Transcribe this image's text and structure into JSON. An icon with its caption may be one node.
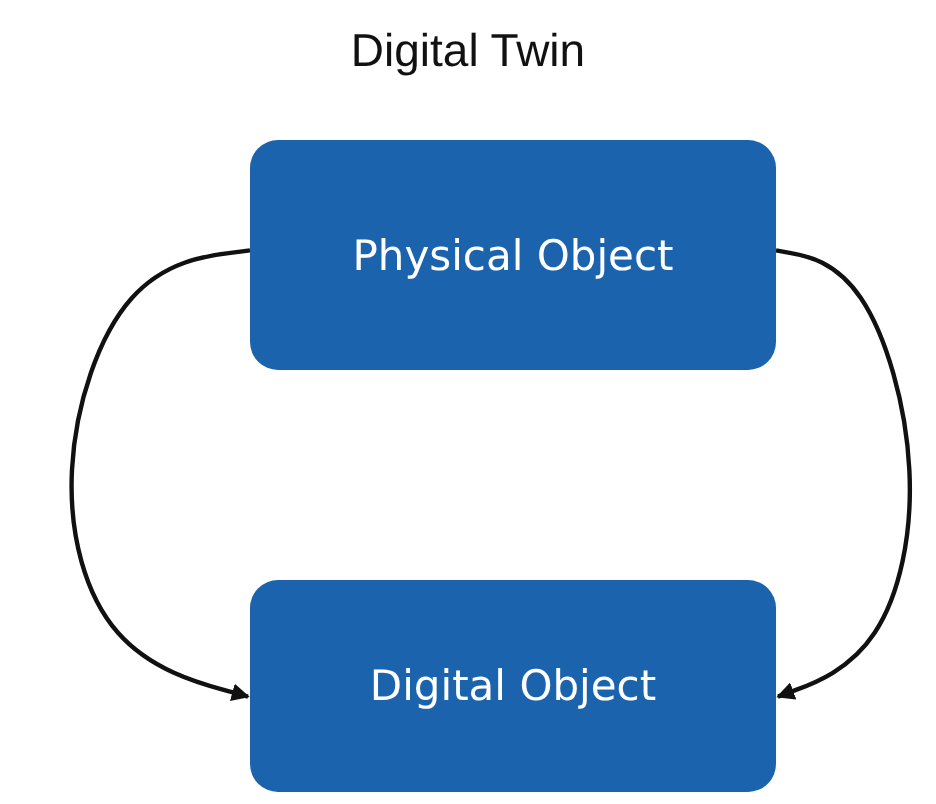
{
  "diagram": {
    "title": "Digital Twin",
    "nodes": [
      {
        "text": [
          "Physical Object"
        ]
      },
      {
        "text": [
          "Digital Object"
        ]
      }
    ],
    "edges": [
      {
        "from": 0,
        "to": 1,
        "arrow": "to"
      },
      {
        "from": 0,
        "to": 1,
        "arrow": "to"
      }
    ]
  }
}
